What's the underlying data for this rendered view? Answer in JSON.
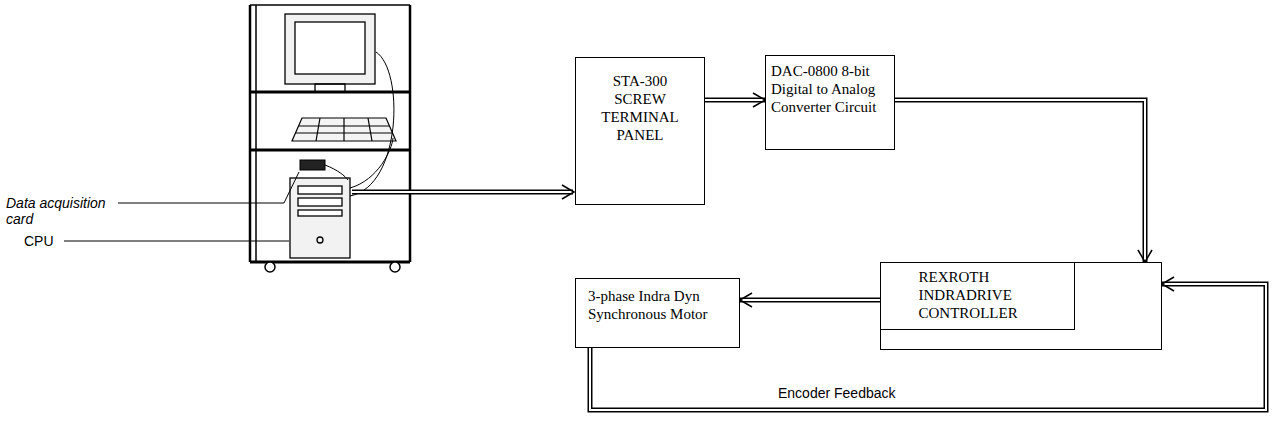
{
  "diagram": {
    "nodes": [
      {
        "text": [
          "STA-300 SCREW TERMINAL PANEL"
        ]
      },
      {
        "text": [
          "DAC-0800 8-bit Digital to Analog Converter Circuit"
        ]
      },
      {
        "text": [
          "REXROTH INDRADRIVE CONTROLLER"
        ]
      },
      {
        "text": [
          "3-phase Indra Dyn Synchronous Motor"
        ]
      }
    ],
    "edges": [
      {
        "from": 0,
        "to": 1,
        "arrow": "to"
      },
      {
        "from": 1,
        "to": 2,
        "arrow": "to"
      },
      {
        "from": 2,
        "to": 3,
        "arrow": "to"
      },
      {
        "from": 3,
        "to": 2,
        "label": "Encoder Feedback",
        "arrow": "to"
      }
    ],
    "labels": [
      "Data acquisition card",
      "CPU"
    ]
  }
}
